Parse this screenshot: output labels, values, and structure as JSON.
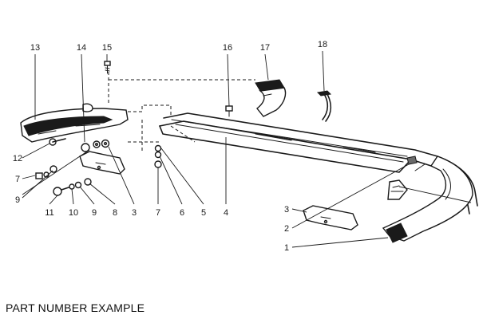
{
  "caption": "PART NUMBER EXAMPLE",
  "callouts": {
    "c1": "1",
    "c2": "2",
    "c3a": "3",
    "c3b": "3",
    "c4": "4",
    "c5": "5",
    "c6": "6",
    "c7a": "7",
    "c7b": "7",
    "c8": "8",
    "c9a": "9",
    "c9b": "9",
    "c10": "10",
    "c11": "11",
    "c12": "12",
    "c13": "13",
    "c14": "14",
    "c15": "15",
    "c16": "16",
    "c17": "17",
    "c18": "18"
  }
}
